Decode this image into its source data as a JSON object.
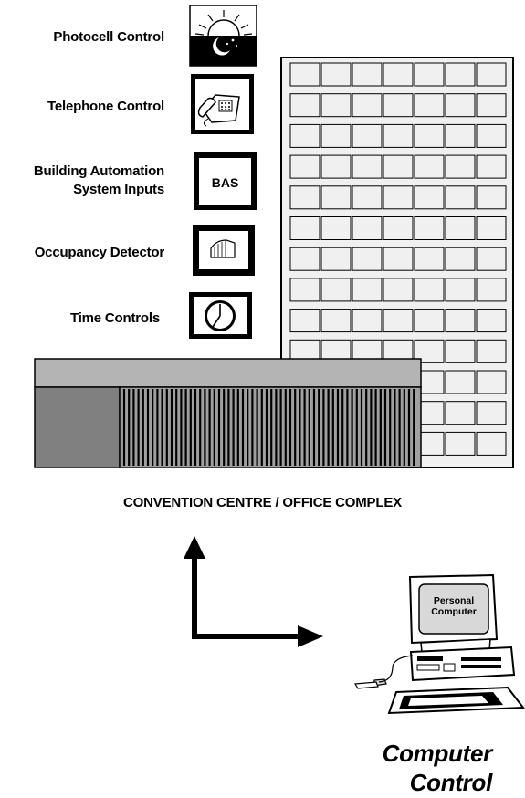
{
  "controls": {
    "photocell": "Photocell Control",
    "telephone": "Telephone Control",
    "bas_line1": "Building Automation",
    "bas_line2": "System Inputs",
    "occupancy": "Occupancy Detector",
    "time": "Time Controls"
  },
  "icons": {
    "photocell": "sun-moon-icon",
    "telephone": "telephone-icon",
    "bas": "bas-icon",
    "bas_text": "BAS",
    "occupancy": "occupancy-sensor-icon",
    "time": "clock-icon"
  },
  "building_caption": "CONVENTION CENTRE / OFFICE COMPLEX",
  "computer": {
    "screen_line1": "Personal",
    "screen_line2": "Computer",
    "label_line1": "Computer",
    "label_line2": "Control"
  },
  "colors": {
    "building_fill": "#f0f0f0",
    "roof_fill": "#b4b4b4",
    "wing_fill": "#808080",
    "screen_fill": "#d8d8d8"
  }
}
